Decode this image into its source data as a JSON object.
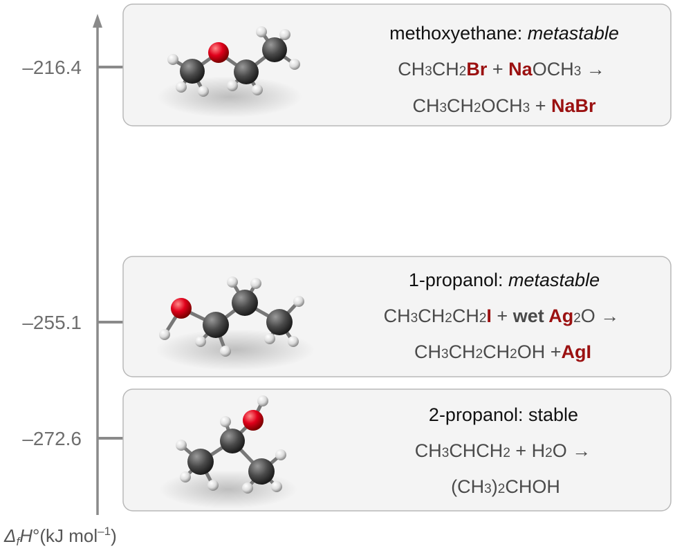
{
  "axis": {
    "label_delta": "Δ",
    "label_f": "f",
    "label_h": "H",
    "label_deg": "°",
    "label_unit": "(kJ mol",
    "label_exp": "–1",
    "label_close": ")"
  },
  "levels": [
    {
      "value": "–216.4",
      "title_prefix": "methoxyethane: ",
      "title_stability": "metastable",
      "eq1": {
        "a": "CH",
        "a_s": "3",
        "b": "CH",
        "b_s": "2",
        "c": "Br",
        "d": " + ",
        "e": "Na",
        "f": "OCH",
        "f_s": "3",
        "g": " →"
      },
      "eq2": {
        "a": "CH",
        "a_s": "3",
        "b": "CH",
        "b_s": "2",
        "c": "OCH",
        "c_s": "3",
        "d": " + ",
        "e": "NaBr"
      }
    },
    {
      "value": "–255.1",
      "title_prefix": "1-propanol: ",
      "title_stability": "metastable",
      "eq1": {
        "a": "CH",
        "a_s": "3",
        "b": "CH",
        "b_s": "2",
        "c": "CH",
        "c_s": "2",
        "d": "I",
        "e": " + ",
        "f": "wet ",
        "g": "Ag",
        "g_s": "2",
        "h": "O →"
      },
      "eq2": {
        "a": "CH",
        "a_s": "3",
        "b": "CH",
        "b_s": "2",
        "c": "CH",
        "c_s": "2",
        "d": "OH +",
        "e": "AgI"
      }
    },
    {
      "value": "–272.6",
      "title": "2-propanol: stable",
      "eq1": {
        "a": "CH",
        "a_s": "3",
        "b": "CHCH",
        "b_s": "2",
        "c": " + H",
        "c_s": "2",
        "d": "O →"
      },
      "eq2": {
        "a": "(CH",
        "a_s": "3",
        "b": ")",
        "b_s": "2",
        "c": "CHOH"
      }
    }
  ],
  "colors": {
    "axis": "#8a8a8a",
    "card_bg": "#f4f4f4",
    "card_border": "#b8b8b8",
    "highlight": "#9b1111",
    "oxygen": "#e0001b",
    "carbon": "#4a4a4a",
    "hydrogen": "#e8e8e8"
  }
}
